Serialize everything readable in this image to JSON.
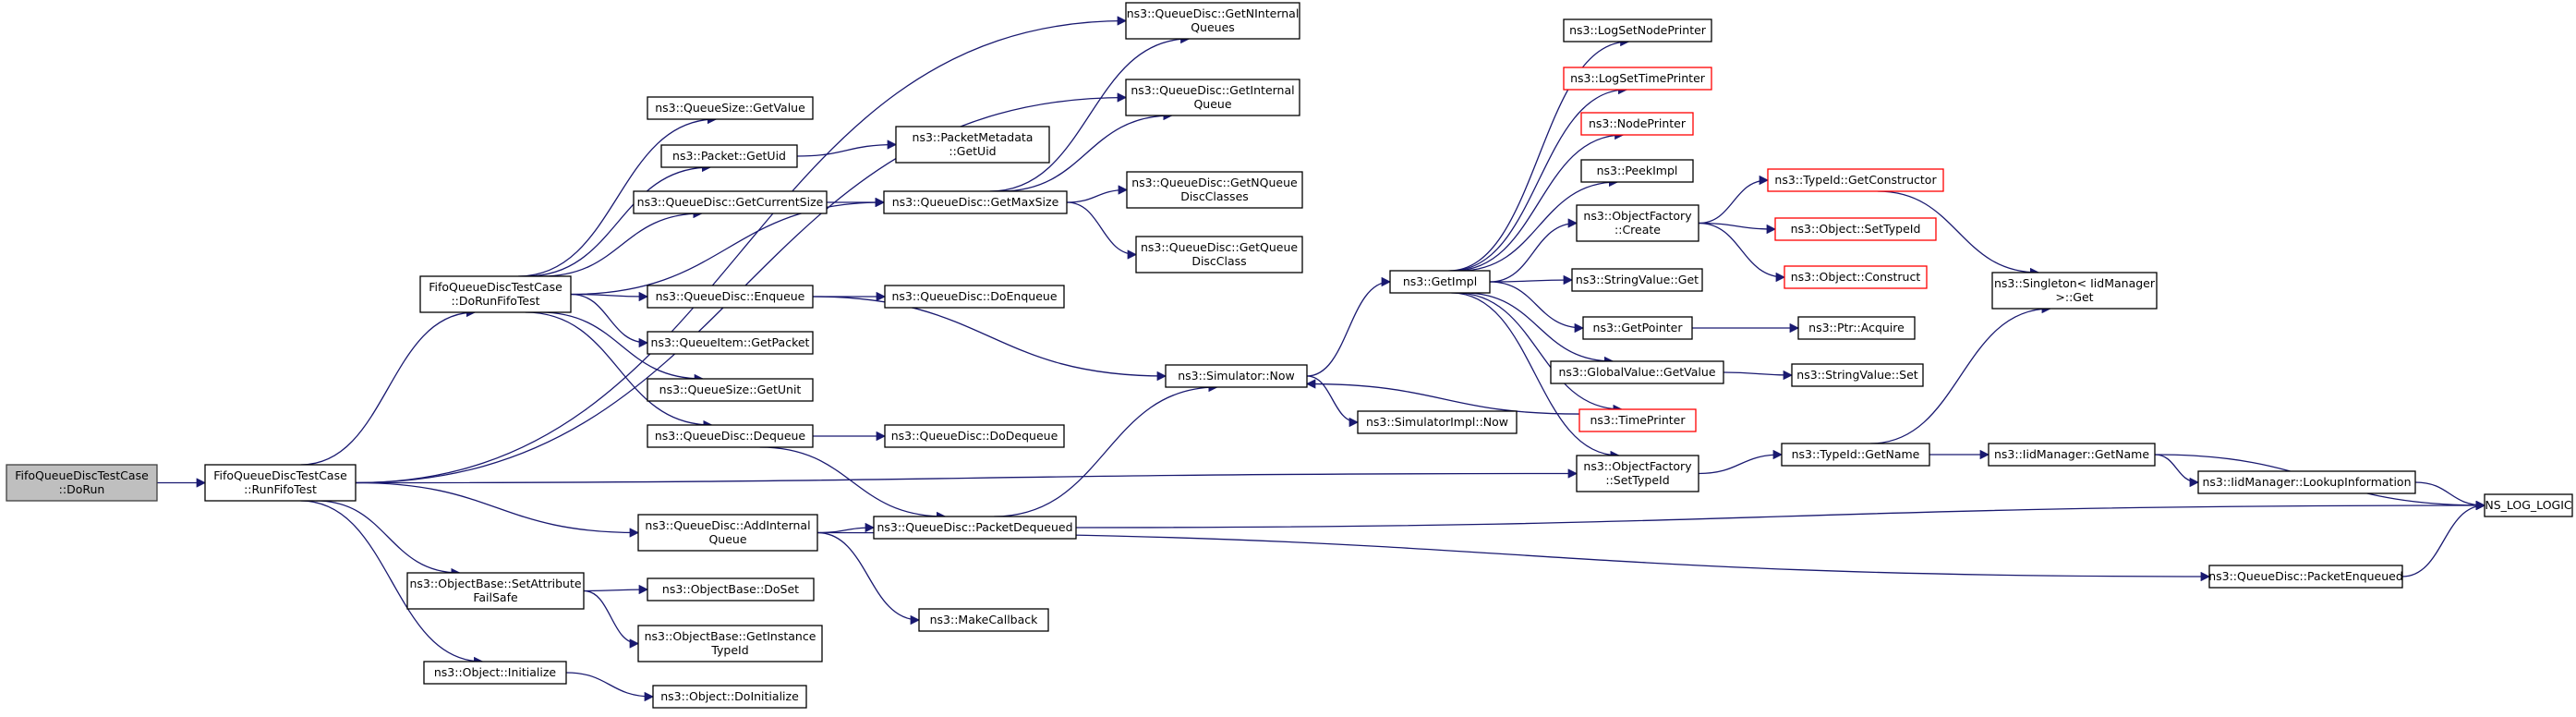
{
  "colors": {
    "edge": "#191970",
    "node_border": "#000000",
    "node_border_truncated": "#ff0000",
    "root_fill": "#bfbfbf",
    "node_fill": "#ffffff"
  },
  "nodes": [
    {
      "id": "n0",
      "label": [
        "FifoQueueDiscTestCase",
        "::DoRun"
      ],
      "style": "root"
    },
    {
      "id": "n1",
      "label": [
        "FifoQueueDiscTestCase",
        "::RunFifoTest"
      ]
    },
    {
      "id": "n2",
      "label": [
        "FifoQueueDiscTestCase",
        "::DoRunFifoTest"
      ]
    },
    {
      "id": "n3",
      "label": [
        "ns3::QueueDisc::AddInternal",
        "Queue"
      ]
    },
    {
      "id": "n4",
      "label": [
        "ns3::ObjectBase::SetAttribute",
        "FailSafe"
      ]
    },
    {
      "id": "n5",
      "label": [
        "ns3::Object::Initialize"
      ]
    },
    {
      "id": "n6",
      "label": [
        "ns3::QueueDisc::GetNInternal",
        "Queues"
      ]
    },
    {
      "id": "n7",
      "label": [
        "ns3::QueueDisc::GetInternal",
        "Queue"
      ]
    },
    {
      "id": "n8",
      "label": [
        "ns3::QueueSize::GetValue"
      ]
    },
    {
      "id": "n9",
      "label": [
        "ns3::Packet::GetUid"
      ]
    },
    {
      "id": "n10",
      "label": [
        "ns3::PacketMetadata",
        "::GetUid"
      ]
    },
    {
      "id": "n11",
      "label": [
        "ns3::QueueDisc::GetCurrentSize"
      ]
    },
    {
      "id": "n12",
      "label": [
        "ns3::QueueDisc::GetMaxSize"
      ]
    },
    {
      "id": "n13",
      "label": [
        "ns3::QueueDisc::GetNQueue",
        "DiscClasses"
      ]
    },
    {
      "id": "n14",
      "label": [
        "ns3::QueueDisc::GetQueue",
        "DiscClass"
      ]
    },
    {
      "id": "n15",
      "label": [
        "ns3::QueueDisc::Enqueue"
      ]
    },
    {
      "id": "n16",
      "label": [
        "ns3::QueueDisc::DoEnqueue"
      ]
    },
    {
      "id": "n17",
      "label": [
        "ns3::QueueItem::GetPacket"
      ]
    },
    {
      "id": "n18",
      "label": [
        "ns3::QueueSize::GetUnit"
      ]
    },
    {
      "id": "n19",
      "label": [
        "ns3::QueueDisc::Dequeue"
      ]
    },
    {
      "id": "n20",
      "label": [
        "ns3::QueueDisc::DoDequeue"
      ]
    },
    {
      "id": "n21",
      "label": [
        "ns3::QueueDisc::PacketDequeued"
      ]
    },
    {
      "id": "n22",
      "label": [
        "ns3::Simulator::Now"
      ]
    },
    {
      "id": "n23",
      "label": [
        "ns3::SimulatorImpl::Now"
      ]
    },
    {
      "id": "n24",
      "label": [
        "ns3::MakeCallback"
      ]
    },
    {
      "id": "n25",
      "label": [
        "ns3::ObjectBase::DoSet"
      ]
    },
    {
      "id": "n26",
      "label": [
        "ns3::ObjectBase::GetInstance",
        "TypeId"
      ]
    },
    {
      "id": "n27",
      "label": [
        "ns3::Object::DoInitialize"
      ]
    },
    {
      "id": "n28",
      "label": [
        "ns3::GetImpl"
      ]
    },
    {
      "id": "n29",
      "label": [
        "ns3::LogSetNodePrinter"
      ]
    },
    {
      "id": "n30",
      "label": [
        "ns3::LogSetTimePrinter"
      ],
      "style": "red"
    },
    {
      "id": "n31",
      "label": [
        "ns3::NodePrinter"
      ],
      "style": "red"
    },
    {
      "id": "n32",
      "label": [
        "ns3::PeekImpl"
      ]
    },
    {
      "id": "n33",
      "label": [
        "ns3::ObjectFactory",
        "::Create"
      ]
    },
    {
      "id": "n34",
      "label": [
        "ns3::StringValue::Get"
      ]
    },
    {
      "id": "n35",
      "label": [
        "ns3::GetPointer"
      ]
    },
    {
      "id": "n36",
      "label": [
        "ns3::GlobalValue::GetValue"
      ]
    },
    {
      "id": "n37",
      "label": [
        "ns3::TimePrinter"
      ],
      "style": "red"
    },
    {
      "id": "n38",
      "label": [
        "ns3::ObjectFactory",
        "::SetTypeId"
      ]
    },
    {
      "id": "n39",
      "label": [
        "ns3::TypeId::GetConstructor"
      ],
      "style": "red"
    },
    {
      "id": "n40",
      "label": [
        "ns3::Object::SetTypeId"
      ],
      "style": "red"
    },
    {
      "id": "n41",
      "label": [
        "ns3::Object::Construct"
      ],
      "style": "red"
    },
    {
      "id": "n42",
      "label": [
        "ns3::Ptr::Acquire"
      ]
    },
    {
      "id": "n43",
      "label": [
        "ns3::StringValue::Set"
      ]
    },
    {
      "id": "n44",
      "label": [
        "ns3::TypeId::GetName"
      ]
    },
    {
      "id": "n45",
      "label": [
        "ns3::IidManager::GetName"
      ]
    },
    {
      "id": "n46",
      "label": [
        "ns3::IidManager::LookupInformation"
      ]
    },
    {
      "id": "n47",
      "label": [
        "ns3::Singleton< IidManager",
        ">::Get"
      ]
    },
    {
      "id": "n48",
      "label": [
        "NS_LOG_LOGIC"
      ]
    },
    {
      "id": "n49",
      "label": [
        "ns3::QueueDisc::PacketEnqueued"
      ]
    }
  ],
  "edges": [
    [
      "n0",
      "n1"
    ],
    [
      "n1",
      "n2"
    ],
    [
      "n1",
      "n3"
    ],
    [
      "n1",
      "n4"
    ],
    [
      "n1",
      "n5"
    ],
    [
      "n1",
      "n6"
    ],
    [
      "n1",
      "n7"
    ],
    [
      "n1",
      "n38"
    ],
    [
      "n2",
      "n8"
    ],
    [
      "n2",
      "n9"
    ],
    [
      "n2",
      "n11"
    ],
    [
      "n2",
      "n12"
    ],
    [
      "n2",
      "n15"
    ],
    [
      "n2",
      "n17"
    ],
    [
      "n2",
      "n18"
    ],
    [
      "n2",
      "n19"
    ],
    [
      "n9",
      "n10"
    ],
    [
      "n11",
      "n12"
    ],
    [
      "n12",
      "n6"
    ],
    [
      "n12",
      "n7"
    ],
    [
      "n12",
      "n13"
    ],
    [
      "n12",
      "n14"
    ],
    [
      "n15",
      "n16"
    ],
    [
      "n15",
      "n22"
    ],
    [
      "n19",
      "n20"
    ],
    [
      "n19",
      "n21"
    ],
    [
      "n3",
      "n21"
    ],
    [
      "n3",
      "n24"
    ],
    [
      "n3",
      "n49"
    ],
    [
      "n21",
      "n22"
    ],
    [
      "n21",
      "n48"
    ],
    [
      "n4",
      "n25"
    ],
    [
      "n4",
      "n26"
    ],
    [
      "n5",
      "n27"
    ],
    [
      "n22",
      "n23"
    ],
    [
      "n22",
      "n28"
    ],
    [
      "n28",
      "n29"
    ],
    [
      "n28",
      "n30"
    ],
    [
      "n28",
      "n31"
    ],
    [
      "n28",
      "n32"
    ],
    [
      "n28",
      "n33"
    ],
    [
      "n28",
      "n34"
    ],
    [
      "n28",
      "n35"
    ],
    [
      "n28",
      "n36"
    ],
    [
      "n28",
      "n37"
    ],
    [
      "n28",
      "n38"
    ],
    [
      "n37",
      "n22"
    ],
    [
      "n33",
      "n39"
    ],
    [
      "n33",
      "n40"
    ],
    [
      "n33",
      "n41"
    ],
    [
      "n35",
      "n42"
    ],
    [
      "n36",
      "n43"
    ],
    [
      "n38",
      "n44"
    ],
    [
      "n39",
      "n47"
    ],
    [
      "n44",
      "n47"
    ],
    [
      "n44",
      "n45"
    ],
    [
      "n45",
      "n46"
    ],
    [
      "n45",
      "n48"
    ],
    [
      "n46",
      "n48"
    ],
    [
      "n49",
      "n48"
    ]
  ]
}
